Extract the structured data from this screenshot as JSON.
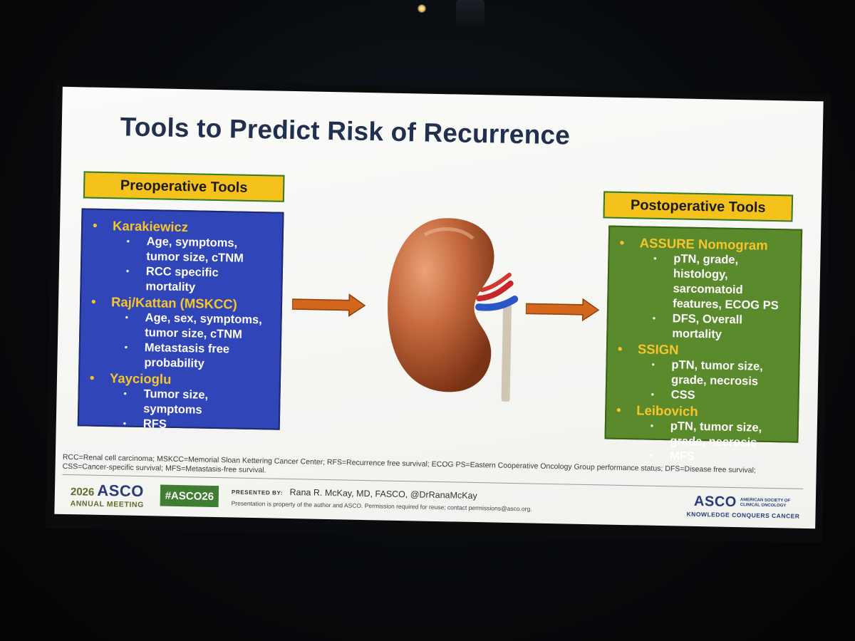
{
  "slide": {
    "title": "Tools to Predict Risk of Recurrence",
    "preoperative": {
      "heading": "Preoperative Tools",
      "tools": [
        {
          "name": "Karakiewicz",
          "items": [
            "Age, symptoms, tumor size, cTNM",
            "RCC specific mortality"
          ]
        },
        {
          "name": "Raj/Kattan (MSKCC)",
          "items": [
            "Age, sex, symptoms, tumor size, cTNM",
            "Metastasis free probability"
          ]
        },
        {
          "name": "Yaycioglu",
          "items": [
            "Tumor size, symptoms",
            "RFS"
          ]
        }
      ]
    },
    "postoperative": {
      "heading": "Postoperative Tools",
      "tools": [
        {
          "name": "ASSURE Nomogram",
          "items": [
            "pTN, grade, histology, sarcomatoid features, ECOG PS",
            "DFS, Overall mortality"
          ]
        },
        {
          "name": "SSIGN",
          "items": [
            "pTN, tumor size, grade, necrosis",
            "CSS"
          ]
        },
        {
          "name": "Leibovich",
          "items": [
            "pTN, tumor size, grade, necrosis",
            "MFS"
          ]
        }
      ]
    },
    "footnote": "RCC=Renal cell carcinoma; MSKCC=Memorial Sloan Kettering Cancer Center; RFS=Recurrence free survival; ECOG PS=Eastern Cooperative Oncology Group performance status; DFS=Disease free survival; CSS=Cancer-specific survival; MFS=Metastasis-free survival.",
    "footer": {
      "meeting_year": "2026",
      "meeting_name": "ASCO",
      "meeting_subtitle": "ANNUAL MEETING",
      "hashtag": "#ASCO26",
      "presented_by_label": "PRESENTED BY:",
      "presenter": "Rana R. McKay, MD, FASCO, @DrRanaMcKay",
      "notice": "Presentation is property of the author and ASCO. Permission required for reuse; contact permissions@asco.org.",
      "org_logo": "ASCO",
      "org_name": "AMERICAN SOCIETY OF CLINICAL ONCOLOGY",
      "tagline": "KNOWLEDGE CONQUERS CANCER"
    }
  },
  "colors": {
    "title": "#22304f",
    "preop_panel": "#2f45b8",
    "postop_panel": "#5a8a2c",
    "header_fill": "#f4c21a",
    "tool_name": "#f7c52a",
    "arrow": "#d2661c"
  },
  "icons": [
    "kidney-illustration",
    "right-arrow-icon",
    "bullet-icon"
  ]
}
